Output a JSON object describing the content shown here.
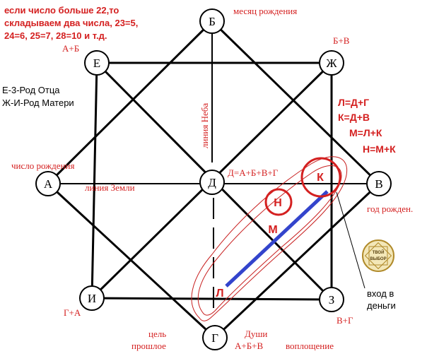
{
  "colors": {
    "line": "#000000",
    "red": "#d42020",
    "blue": "#3344cc",
    "badge_gold": "#b08a2a"
  },
  "nodes": {
    "A": "А",
    "B_top": "Б",
    "V": "В",
    "G": "Г",
    "D": "Д",
    "E": "Е",
    "Zh": "Ж",
    "Z": "З",
    "I": "И",
    "K": "К",
    "N": "Н",
    "M": "М",
    "L": "Л"
  },
  "labels": {
    "rule_line1": "если число больше 22,то",
    "rule_line2": "складываем два числа, 23=5,",
    "rule_line3": "24=6, 25=7, 28=10 и т.д.",
    "birth_month": "месяц рождения",
    "a_plus_b": "А+Б",
    "b_plus_v": "Б+В",
    "father_line": "Е-3-Род Отца",
    "mother_line": "Ж-И-Род Матери",
    "formula_1": "Л=Д+Г",
    "formula_2": "К=Д+В",
    "formula_3": "М=Л+К",
    "formula_4": "Н=М+К",
    "birth_day": "число рождения",
    "sky_line": "линия Неба",
    "earth_line": "линия Земли",
    "d_formula": "Д=А+Б+В+Г",
    "birth_year": "год рожден.",
    "badge_text_1": "ТВОЙ",
    "badge_text_2": "ВЫБОР",
    "money_entry_1": "вход в",
    "money_entry_2": "деньги",
    "g_plus_a": "Г+А",
    "v_plus_g": "В+Г",
    "goal": "цель",
    "past": "прошлое",
    "souls": "Души",
    "a_b_v": "А+Б+В",
    "incarnation": "воплощение"
  }
}
